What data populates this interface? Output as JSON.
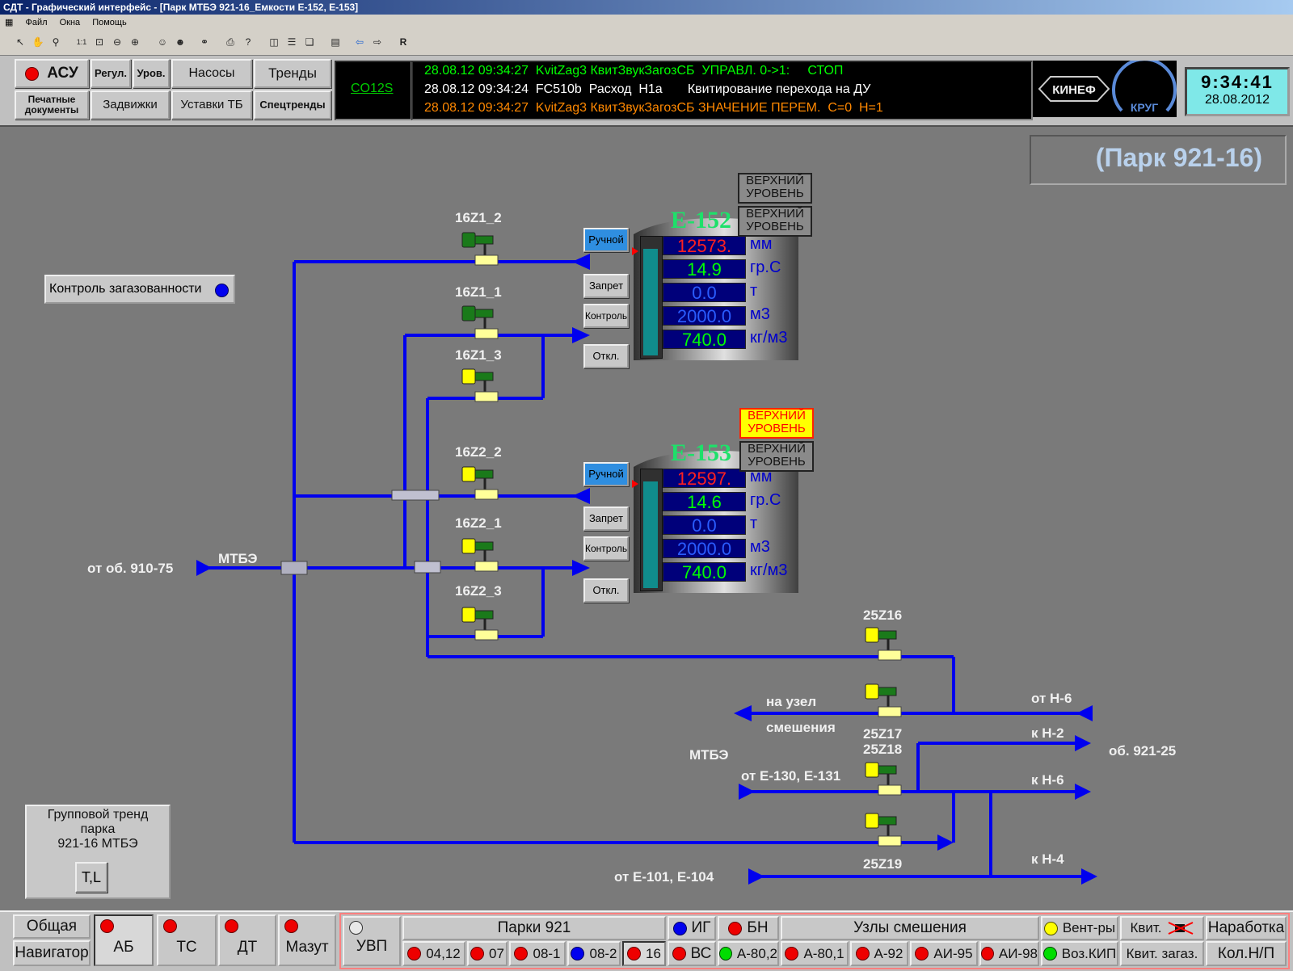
{
  "window": {
    "title": "СДТ - Графический интерфейс - [Парк МТБЭ 921-16_Емкости Е-152, Е-153]",
    "menu": [
      "Файл",
      "Окна",
      "Помощь"
    ]
  },
  "toolbar": {
    "r_label": "R"
  },
  "nav": {
    "asu": "АСУ",
    "regul": "Регул.",
    "urov": "Уров.",
    "nasosy": "Насосы",
    "trendy": "Тренды",
    "docs": "Печатные документы",
    "zadvizhki": "Задвижки",
    "ustavki": "Уставки ТБ",
    "spectrendy": "Спецтренды"
  },
  "co12": "CO12S",
  "events": [
    {
      "text": "28.08.12 09:34:27  KvitZag3 КвитЗвукЗагозСБ  УПРАВЛ. 0->1:     СТОП",
      "color": "#00ff00"
    },
    {
      "text": "28.08.12 09:34:24  FC510b  Расход  Н1а       Квитирование перехода на ДУ",
      "color": "#ffffff"
    },
    {
      "text": "28.08.12 09:34:27  KvitZag3 КвитЗвукЗагозСБ ЗНАЧЕНИЕ ПЕРЕМ.  C=0  H=1",
      "color": "#ff8800"
    }
  ],
  "logo": {
    "kinef": "КИНЕФ",
    "krug": "КРУГ"
  },
  "clock": {
    "time": "9:34:41",
    "date": "28.08.2012"
  },
  "park_title": "(Парк 921-16)",
  "gas_control": "Контроль загазованности",
  "group_trend": {
    "line1": "Групповой тренд",
    "line2": "парка",
    "line3": "921-16 МТБЭ",
    "button": "T,L"
  },
  "tank_buttons": {
    "manual": "Ручной",
    "forbid": "Запрет",
    "control": "Контроль",
    "off": "Откл."
  },
  "tanks": [
    {
      "name": "Е-152",
      "upper_top": "ВЕРХНИЙ УРОВЕНЬ",
      "upper_bottom": "ВЕРХНИЙ УРОВЕНЬ",
      "rows": [
        {
          "value": "12573.",
          "unit": "мм",
          "color": "#ff2020"
        },
        {
          "value": "14.9",
          "unit": "гр.С",
          "color": "#00ff00"
        },
        {
          "value": "0.0",
          "unit": "т",
          "color": "#2a5cff"
        },
        {
          "value": "2000.0",
          "unit": "м3",
          "color": "#2a5cff"
        },
        {
          "value": "740.0",
          "unit": "кг/м3",
          "color": "#00ff00"
        }
      ]
    },
    {
      "name": "Е-153",
      "upper_top": "ВЕРХНИЙ УРОВЕНЬ",
      "upper_bottom": "ВЕРХНИЙ УРОВЕНЬ",
      "rows": [
        {
          "value": "12597.",
          "unit": "мм",
          "color": "#ff2020"
        },
        {
          "value": "14.6",
          "unit": "гр.С",
          "color": "#00ff00"
        },
        {
          "value": "0.0",
          "unit": "т",
          "color": "#2a5cff"
        },
        {
          "value": "2000.0",
          "unit": "м3",
          "color": "#2a5cff"
        },
        {
          "value": "740.0",
          "unit": "кг/м3",
          "color": "#00ff00"
        }
      ]
    }
  ],
  "valves": [
    {
      "id": "16Z1_2",
      "state": "green"
    },
    {
      "id": "16Z1_1",
      "state": "green"
    },
    {
      "id": "16Z1_3",
      "state": "yellow"
    },
    {
      "id": "16Z2_2",
      "state": "yellow"
    },
    {
      "id": "16Z2_1",
      "state": "yellow"
    },
    {
      "id": "16Z2_3",
      "state": "yellow"
    },
    {
      "id": "25Z16",
      "state": "yellow"
    },
    {
      "id": "25Z17",
      "state": "yellow"
    },
    {
      "id": "25Z18",
      "state": "yellow"
    },
    {
      "id": "25Z19",
      "state": "yellow"
    }
  ],
  "labels": {
    "from_910": "от об. 910-75",
    "mtbe1": "МТБЭ",
    "na_uzel": "на узел",
    "smesheniya": "смешения",
    "ot_n6": "от Н-6",
    "k_n2": "к Н-2",
    "ob_921_25": "об. 921-25",
    "mtbe2": "МТБЭ",
    "ot_e130": "от Е-130, Е-131",
    "k_n6": "к Н-6",
    "k_n4": "к Н-4",
    "ot_e101": "от Е-101, Е-104"
  },
  "bottom": {
    "obshaya": "Общая",
    "navigator": "Навигатор",
    "ab": "АБ",
    "ts": "ТС",
    "dt": "ДТ",
    "mazut": "Мазут",
    "uvp": "УВП",
    "parki": "Парки 921",
    "p0412": "04,12",
    "p07": "07",
    "p081": "08-1",
    "p082": "08-2",
    "p16": "16",
    "ig": "ИГ",
    "bn": "БН",
    "vs": "ВС",
    "a802": "А-80,2",
    "uzly": "Узлы смешения",
    "a801": "А-80,1",
    "a92": "А-92",
    "ai95": "АИ-95",
    "ai98": "АИ-98",
    "vent": "Вент-ры",
    "kvit": "Квит.",
    "narabotka": "Наработка",
    "voz_kip": "Воз.КИП",
    "kvit_zagaz": "Квит. загаз.",
    "kol_np": "Кол.Н/П"
  }
}
